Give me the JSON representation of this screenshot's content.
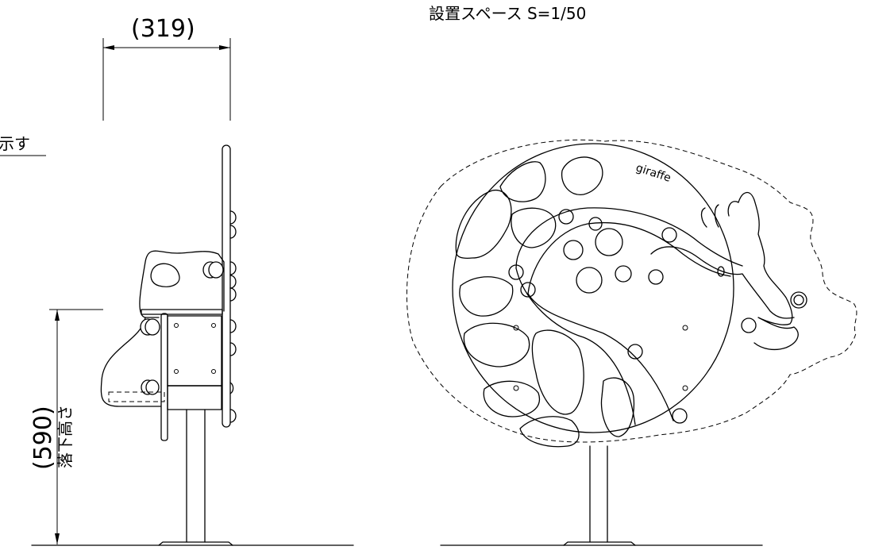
{
  "labels": {
    "dim_width": "(319)",
    "scale_note": "設置スペース S=1/50",
    "clipped_note": "示す",
    "dim_height": "(590)",
    "fall_height": "落下高さ",
    "giraffe": "giraffe"
  }
}
